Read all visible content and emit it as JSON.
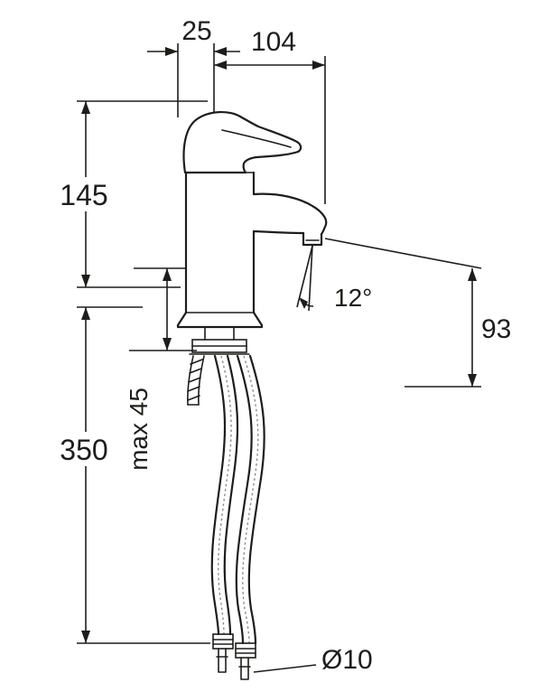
{
  "drawing": {
    "labels": {
      "handle_offset": "25",
      "spout_reach": "104",
      "body_height": "145",
      "spout_angle": "12°",
      "outlet_height": "93",
      "max_mounting_thickness": "max 45",
      "hose_length": "350",
      "connection_diameter": "Ø10"
    },
    "colors": {
      "line": "#1d1d1b",
      "background": "#ffffff"
    }
  }
}
